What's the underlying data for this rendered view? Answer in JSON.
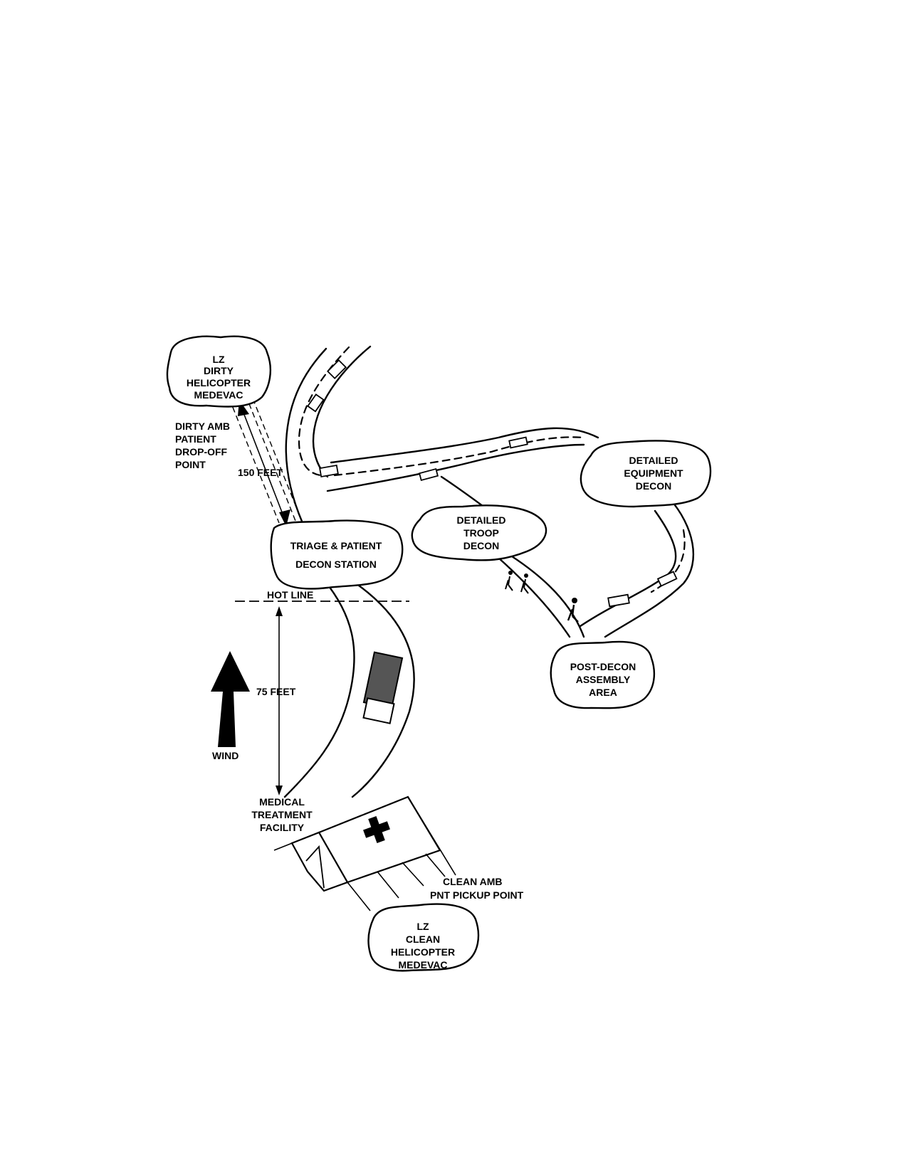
{
  "labels": {
    "lz_dirty": [
      "LZ",
      "DIRTY",
      "HELICOPTER",
      "MEDEVAC"
    ],
    "dirty_amb": [
      "DIRTY AMB",
      "PATIENT",
      "DROP-OFF",
      "POINT"
    ],
    "distance_150": "150 FEET",
    "triage": [
      "TRIAGE & PATIENT",
      "DECON  STATION"
    ],
    "hot_line": "HOT LINE",
    "distance_75": "75   FEET",
    "wind": "WIND",
    "medical_facility": [
      "MEDICAL",
      "TREATMENT",
      "FACILITY"
    ],
    "clean_amb": [
      "CLEAN AMB",
      "PNT PICKUP  POINT"
    ],
    "lz_clean": [
      "LZ",
      "CLEAN",
      "HELICOPTER",
      "MEDEVAC"
    ],
    "detailed_troop": [
      "DETAILED",
      "TROOP",
      "DECON"
    ],
    "detailed_equipment": [
      "DETAILED",
      "EQUIPMENT",
      "DECON"
    ],
    "post_decon": [
      "POST-DECON",
      "ASSEMBLY",
      "AREA"
    ]
  },
  "colors": {
    "ink": "#000000",
    "paper": "#ffffff"
  },
  "icons": {
    "wind_arrow": "up-arrow-icon",
    "medical_cross": "cross-icon",
    "vehicles": "tank-icon",
    "troops": "person-walking-icon"
  }
}
